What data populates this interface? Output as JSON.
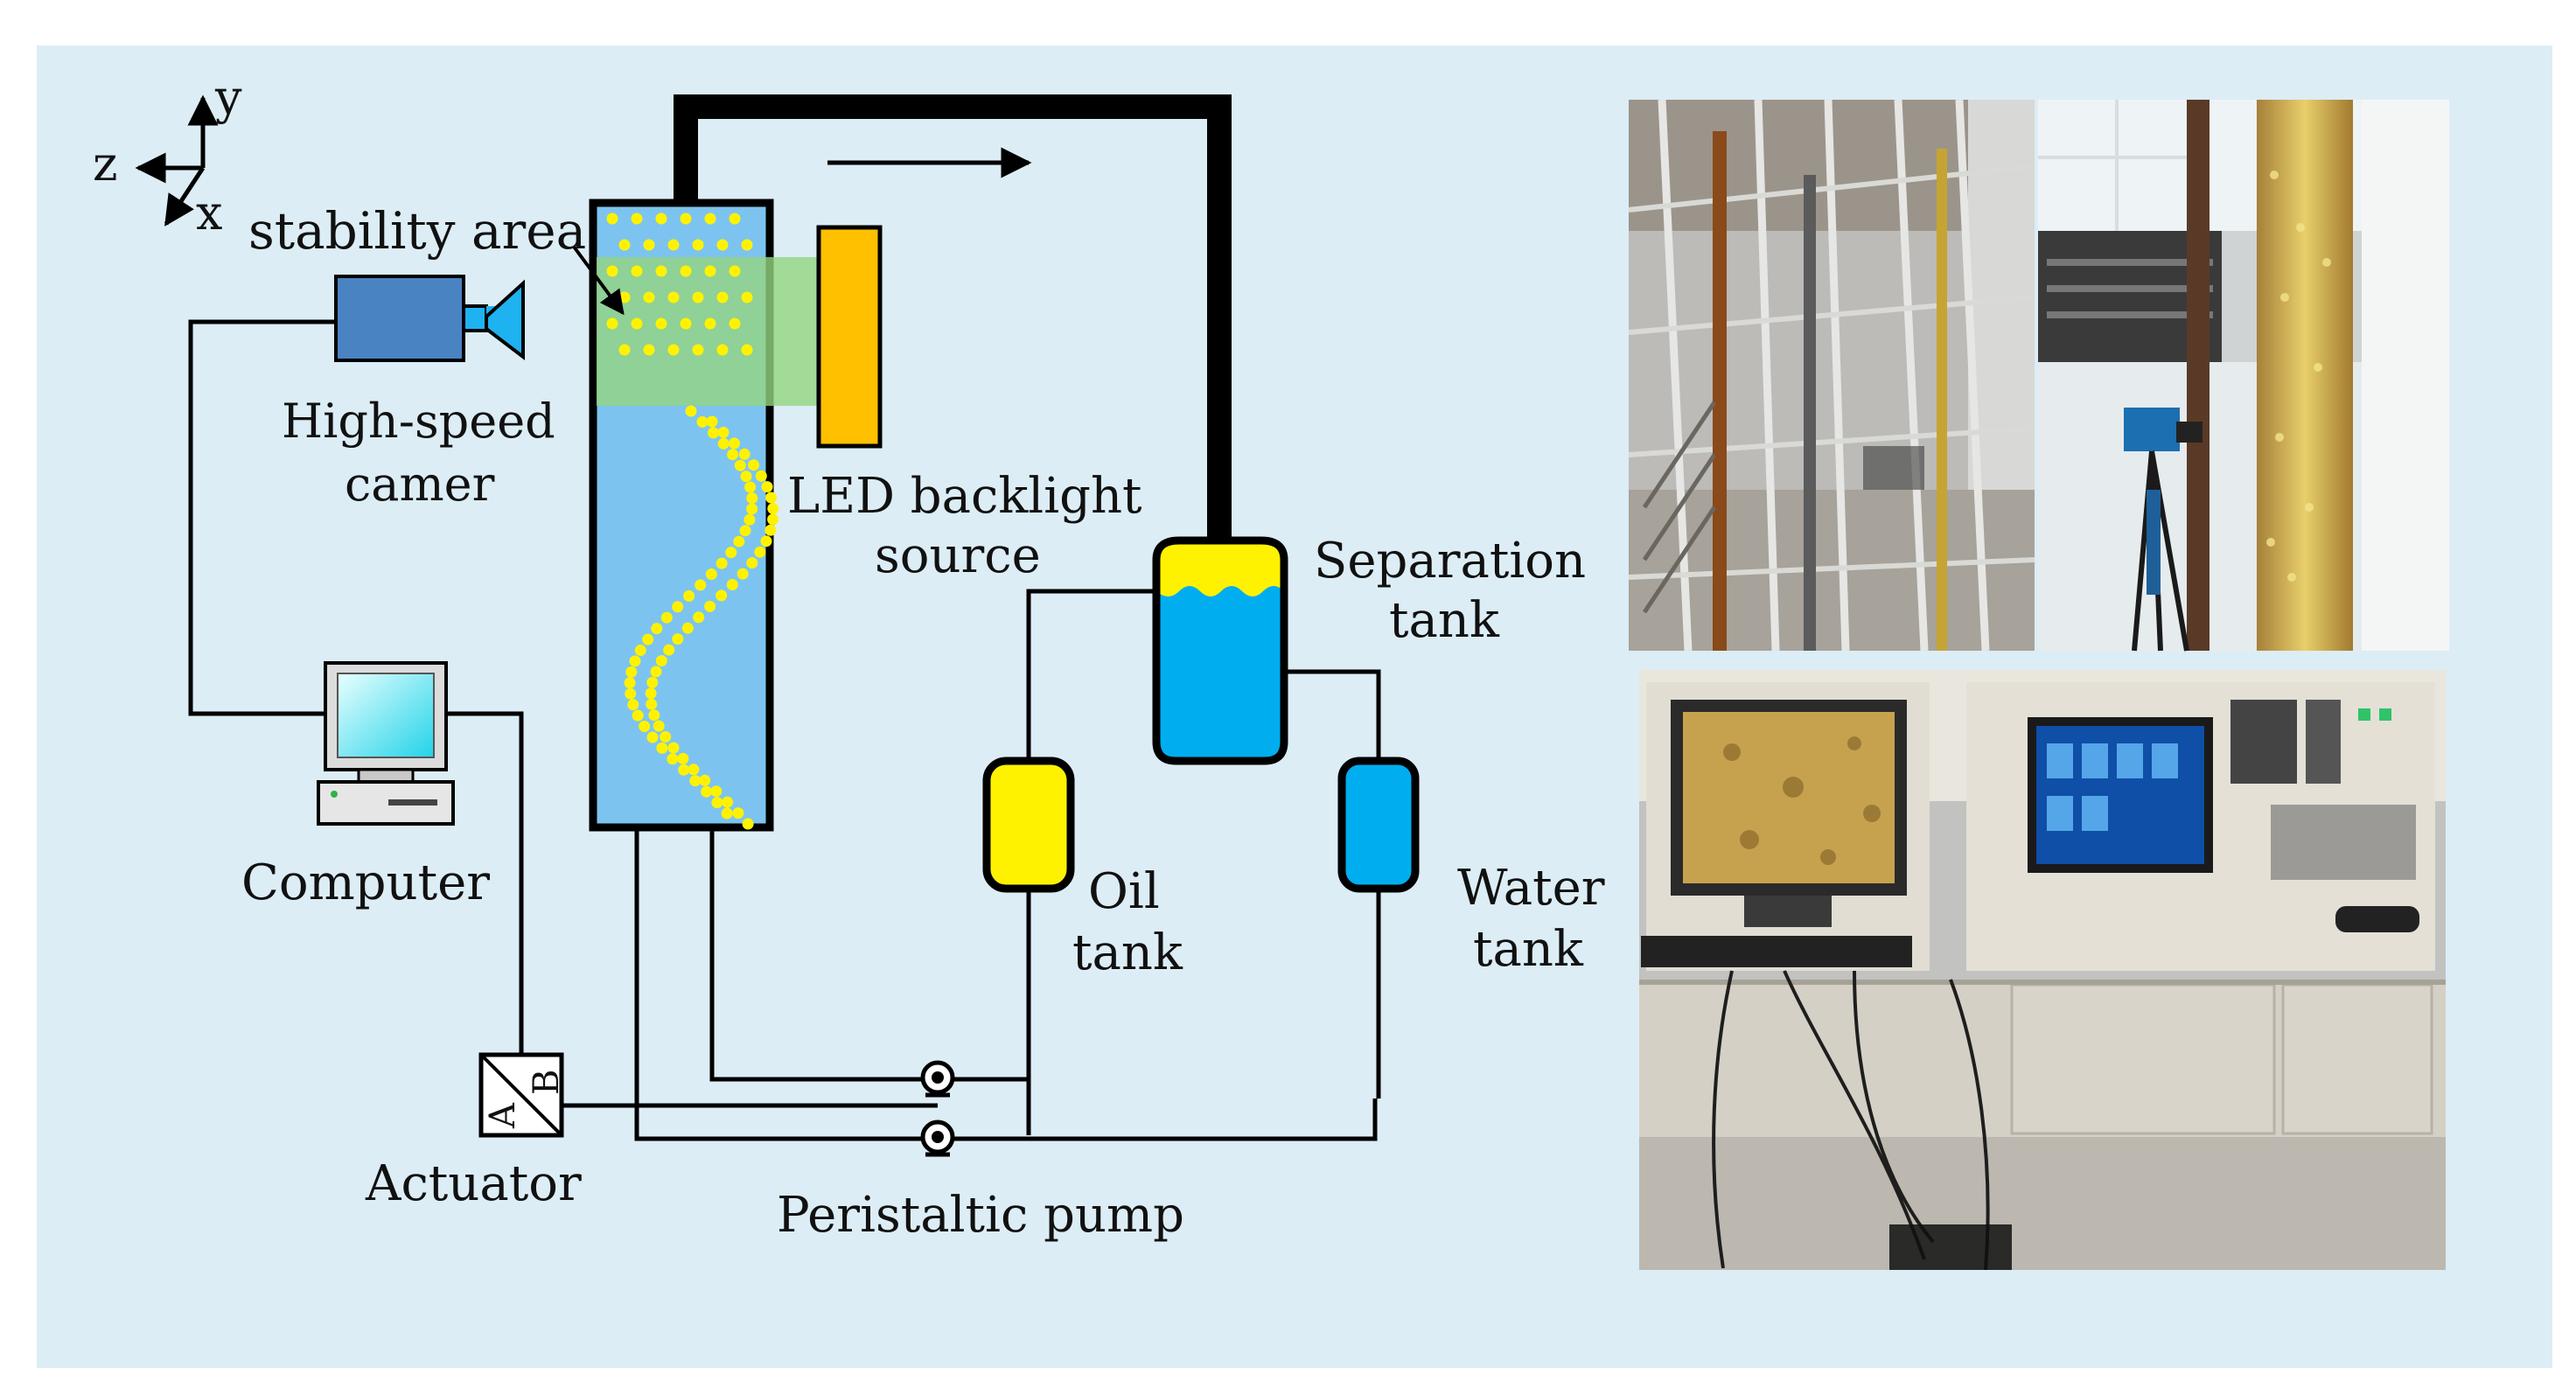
{
  "colors": {
    "panel_bg": "#dcedf5",
    "column_fill": "#7cc4ef",
    "bubble": "#fff200",
    "led": "#ffc000",
    "stability_band": "#93d47f",
    "camera_body": "#4a83c2",
    "camera_lens": "#1fb2f0",
    "tank_blue": "#00aeef",
    "tank_yellow": "#fff200",
    "pipe": "#000000"
  },
  "axes": {
    "y": "y",
    "z": "z",
    "x": "x"
  },
  "labels": {
    "stability_area": "stability area",
    "camera_line1": "High-speed",
    "camera_line2": "camer",
    "led_line1": "LED backlight",
    "led_line2": "source",
    "computer": "Computer",
    "actuator": "Actuator",
    "actuator_a": "A",
    "actuator_b": "B",
    "separation_line1": "Separation",
    "separation_line2": "tank",
    "oil_line1": "Oil",
    "oil_line2": "tank",
    "water_line1": "Water",
    "water_line2": "tank",
    "pump": "Peristaltic pump"
  },
  "photos": [
    {
      "name": "photo-scaffold-icon",
      "icon": "scaffold-photo-icon"
    },
    {
      "name": "photo-column-camera-icon",
      "icon": "column-camera-photo-icon"
    },
    {
      "name": "photo-control-desk-icon",
      "icon": "control-desk-photo-icon"
    }
  ]
}
